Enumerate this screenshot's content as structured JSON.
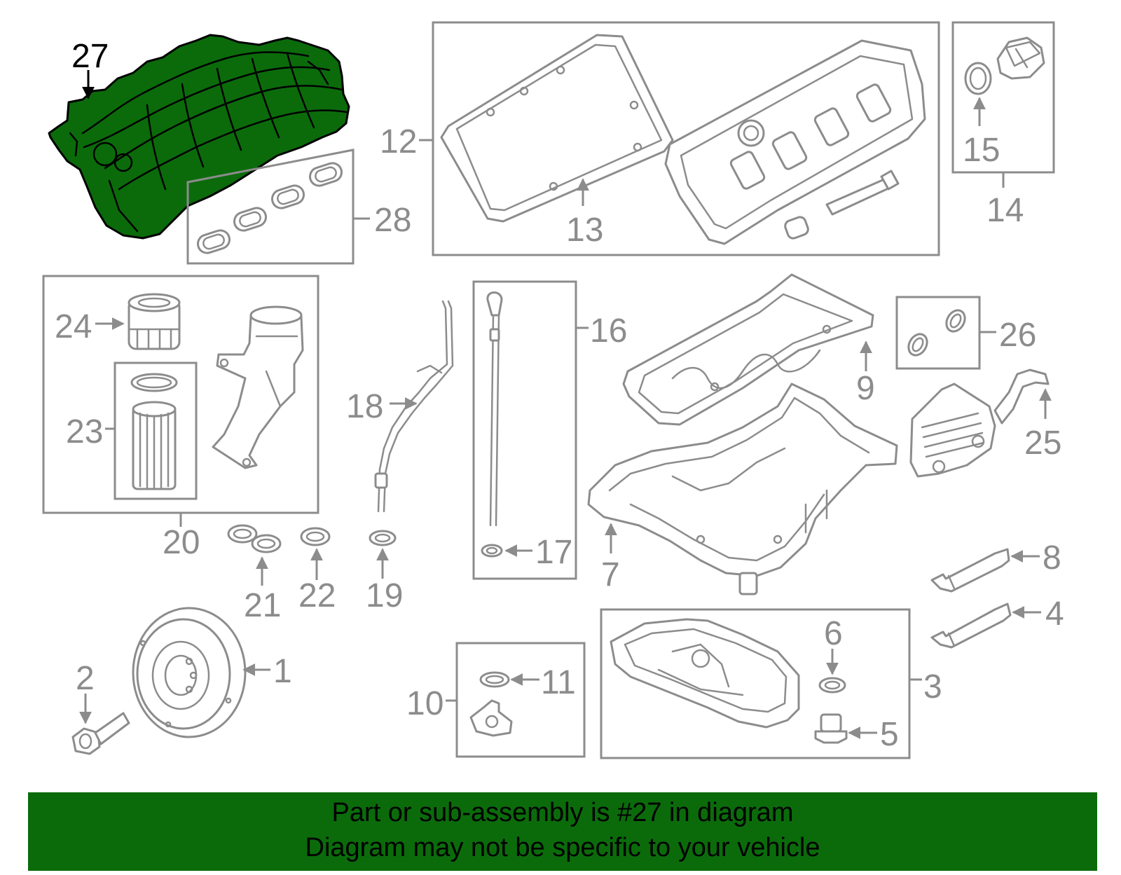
{
  "labels": {
    "l1": "1",
    "l2": "2",
    "l3": "3",
    "l4": "4",
    "l5": "5",
    "l6": "6",
    "l7": "7",
    "l8": "8",
    "l9": "9",
    "l10": "10",
    "l11": "11",
    "l12": "12",
    "l13": "13",
    "l14": "14",
    "l15": "15",
    "l16": "16",
    "l17": "17",
    "l18": "18",
    "l19": "19",
    "l20": "20",
    "l21": "21",
    "l22": "22",
    "l23": "23",
    "l24": "24",
    "l25": "25",
    "l26": "26",
    "l27": "27",
    "l28": "28"
  },
  "banner": {
    "line1": "Part or sub-assembly is #27 in diagram",
    "line2": "Diagram may not be specific to your vehicle"
  },
  "colors": {
    "highlight": "#0b6b0b",
    "line_art": "#8c8c8c",
    "highlight_outline": "#000000"
  }
}
